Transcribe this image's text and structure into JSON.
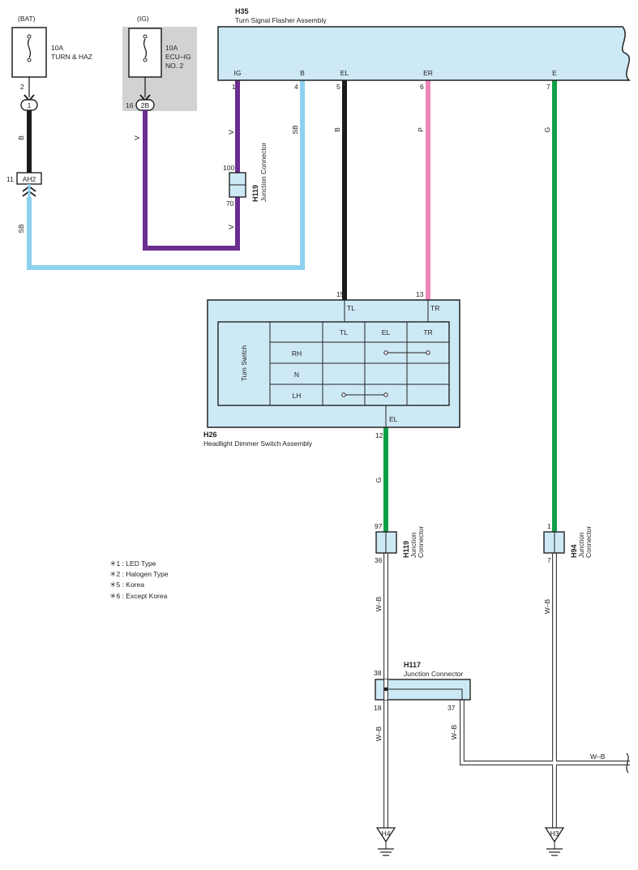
{
  "fuses": {
    "bat": {
      "source": "(BAT)",
      "rating": "10A",
      "name1": "TURN & HAZ",
      "pin": "2",
      "conn": "1"
    },
    "ig": {
      "source": "(IG)",
      "rating": "10A",
      "name1": "ECU–IG",
      "name2": "NO. 2",
      "pin": "16",
      "conn": "2B"
    }
  },
  "h35": {
    "id": "H35",
    "name": "Turn Signal Flasher Assembly",
    "terminals": [
      {
        "label": "IG",
        "pin": "1"
      },
      {
        "label": "B",
        "pin": "4"
      },
      {
        "label": "EL",
        "pin": "5"
      },
      {
        "label": "ER",
        "pin": "6"
      },
      {
        "label": "E",
        "pin": "7"
      }
    ]
  },
  "wires": {
    "b": "B",
    "v": "V",
    "sb": "SB",
    "p": "P",
    "g": "G",
    "wb": "W–B"
  },
  "ah2": {
    "pin": "11",
    "label": "AH2"
  },
  "h119_top": {
    "id": "H119",
    "name": "Junction Connector",
    "pin_top": "100",
    "pin_bottom": "70"
  },
  "h26": {
    "id": "H26",
    "name": "Headlight Dimmer Switch Assembly",
    "pin_tl": "15",
    "pin_tr": "13",
    "term_tl": "TL",
    "term_tr": "TR",
    "pin_el": "12",
    "term_el": "EL",
    "table": {
      "title": "Turn Switch",
      "cols": [
        "TL",
        "EL",
        "TR"
      ],
      "rows": [
        "RH",
        "N",
        "LH"
      ]
    }
  },
  "h119_bottom": {
    "id": "H119",
    "name1": "Junction",
    "name2": "Connector",
    "pin_top": "97",
    "pin_bottom": "36"
  },
  "h94": {
    "id": "H94",
    "name1": "Junction",
    "name2": "Connector",
    "pin_top": "1",
    "pin_bottom": "7"
  },
  "h117": {
    "id": "H117",
    "name": "Junction Connector",
    "pin_in": "38",
    "pin_out1": "18",
    "pin_out2": "37"
  },
  "grounds": {
    "h4": "H4",
    "h3": "H3"
  },
  "notes": [
    "＊1 : LED Type",
    "＊2 : Halogen Type",
    "＊5 : Korea",
    "＊6 : Except Korea"
  ],
  "colors": {
    "black": "#1a1a1a",
    "violet": "#6b2d8f",
    "sky": "#8dd1ef",
    "pink": "#ee86b9",
    "green": "#0fa04a",
    "box_fill": "#cde9f6",
    "fuse_gray": "#d1d2d4"
  }
}
